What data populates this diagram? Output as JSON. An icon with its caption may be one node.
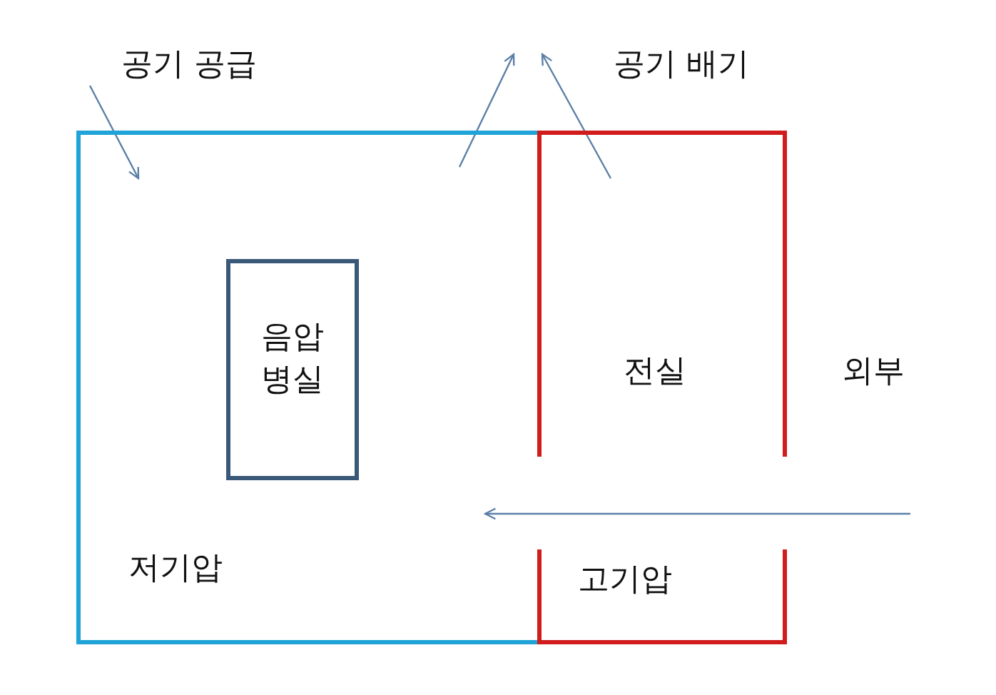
{
  "diagram": {
    "nodes": [
      {
        "text": [
          "저기압"
        ]
      },
      {
        "text": [
          "음압 병실"
        ],
        "in": 0
      },
      {
        "text": [
          "전실"
        ]
      },
      {
        "text": [
          "고기압"
        ]
      }
    ],
    "edges": [
      {
        "from": null,
        "to": 0,
        "arrow": "to"
      },
      {
        "from": 0,
        "to": null,
        "arrow": "to"
      },
      {
        "from": 2,
        "to": null,
        "arrow": "to"
      },
      {
        "from": null,
        "to": 0,
        "arrow": "to"
      }
    ],
    "labels": [
      "공기 공급",
      "공기 배기",
      "외부"
    ]
  }
}
